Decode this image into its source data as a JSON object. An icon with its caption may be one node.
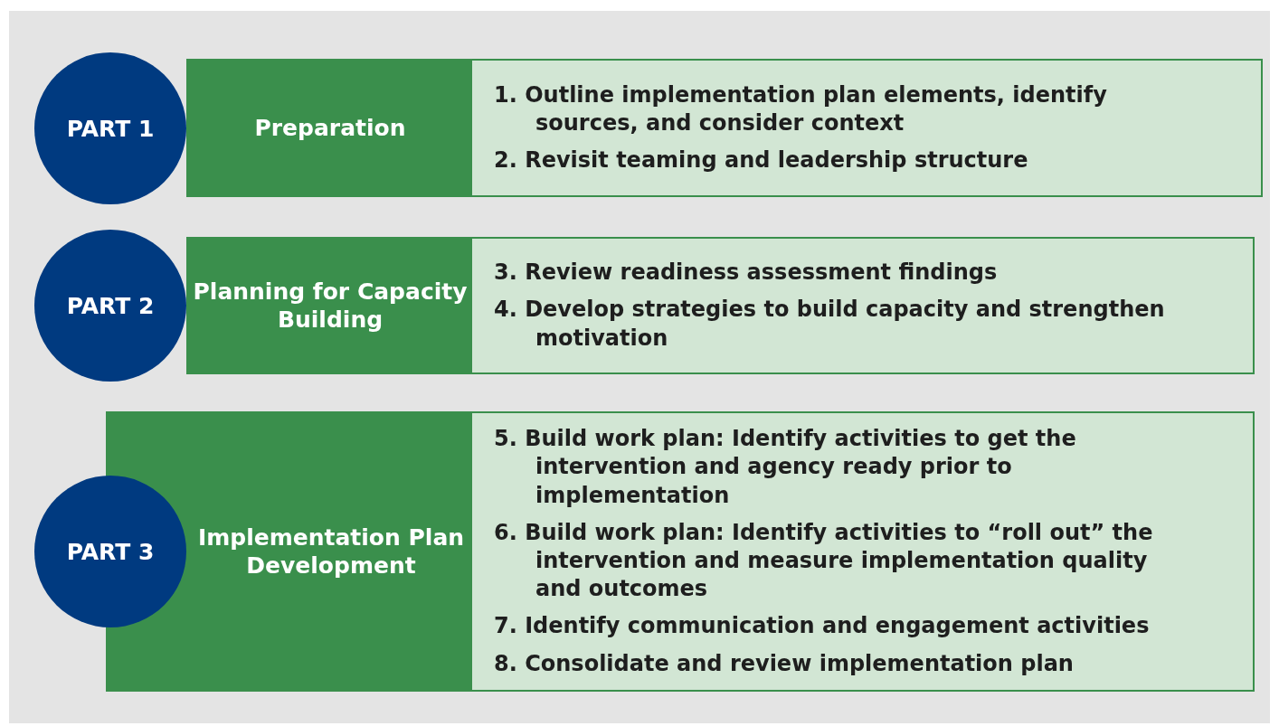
{
  "diagram": {
    "nodes": [
      {
        "text": [
          "PART 1"
        ]
      },
      {
        "text": [
          "Preparation"
        ]
      },
      {
        "text": [
          "1. Outline implementation plan elements, identify sources, and consider context",
          "2. Revisit teaming and leadership structure"
        ]
      },
      {
        "text": [
          "PART 2"
        ]
      },
      {
        "text": [
          "Planning for Capacity Building"
        ]
      },
      {
        "text": [
          "3. Review readiness assessment findings",
          "4. Develop strategies to build capacity and strengthen motivation"
        ]
      },
      {
        "text": [
          "PART 3"
        ]
      },
      {
        "text": [
          "Implementation Plan Development"
        ]
      },
      {
        "text": [
          "5. Build work plan: Identify activities to get the intervention and agency ready prior to implementation",
          "6. Build work plan: Identify activities to “roll out” the intervention and measure implementation quality and outcomes",
          "7. Identify communication and engagement activities",
          "8. Consolidate and review implementation plan"
        ]
      }
    ]
  }
}
